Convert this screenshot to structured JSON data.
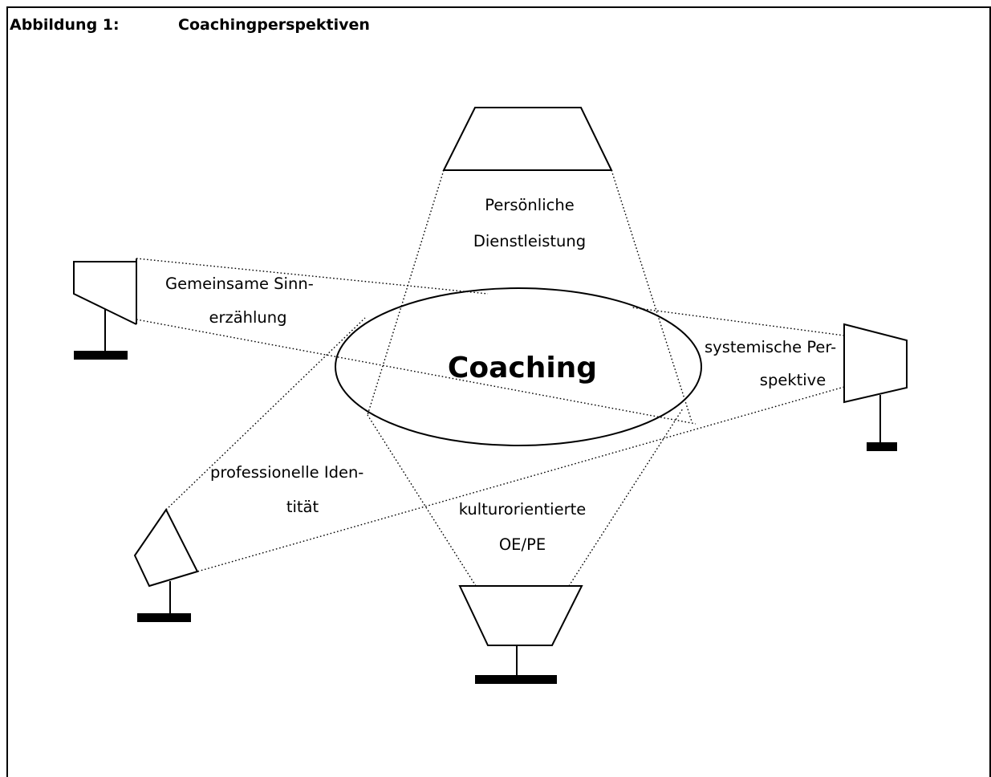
{
  "figure": {
    "number": "Abbildung 1:",
    "title": "Coachingperspektiven"
  },
  "center": {
    "label": "Coaching"
  },
  "perspectives": {
    "top": {
      "line1": "Persönliche",
      "line2": "Dienstleistung"
    },
    "left": {
      "line1": "Gemeinsame Sinn-",
      "line2": "erzählung"
    },
    "right": {
      "line1": "systemische Per-",
      "line2": "spektive"
    },
    "bottom_left": {
      "line1": "professionelle Iden-",
      "line2": "tität"
    },
    "bottom": {
      "line1": "kulturorientierte",
      "line2": "OE/PE"
    }
  }
}
